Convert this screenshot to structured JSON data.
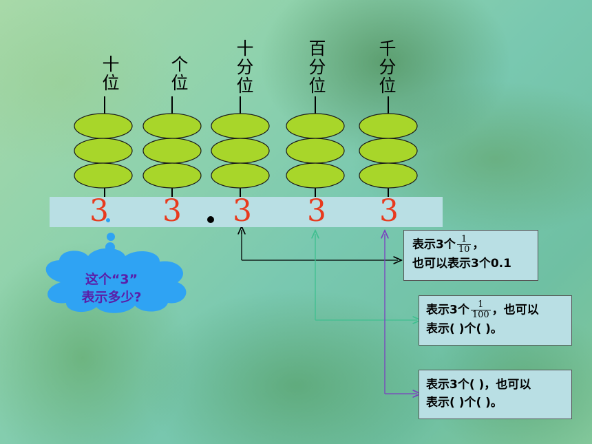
{
  "columns": [
    {
      "label_lines": [
        "十",
        "位"
      ],
      "digit": "3"
    },
    {
      "label_lines": [
        "个",
        "位"
      ],
      "digit": "3"
    },
    {
      "label_lines": [
        "十",
        "分",
        "位"
      ],
      "digit": "3"
    },
    {
      "label_lines": [
        "百",
        "分",
        "位"
      ],
      "digit": "3"
    },
    {
      "label_lines": [
        "千",
        "分",
        "位"
      ],
      "digit": "3"
    }
  ],
  "question_cloud": {
    "line1": "这个“3”",
    "line2": "表示多少?"
  },
  "boxes": [
    {
      "part1": "表示3个",
      "num": "1",
      "den": "10",
      "part2": "，",
      "line2": "也可以表示3个0.1"
    },
    {
      "part1": "表示3个",
      "num": "1",
      "den": "100",
      "part2": "，也可以",
      "line2": "表示(    )个(     )。"
    },
    {
      "line1": "表示3个(     )，也可以",
      "line2": "表示(     )个(     )。"
    }
  ],
  "colors": {
    "bead": "#a8d62a",
    "digit": "#e83a1e",
    "arrow1": "#000000",
    "arrow2": "#3fbf8f",
    "arrow3": "#7a3fc0",
    "cloud": "#2fa3f3"
  }
}
